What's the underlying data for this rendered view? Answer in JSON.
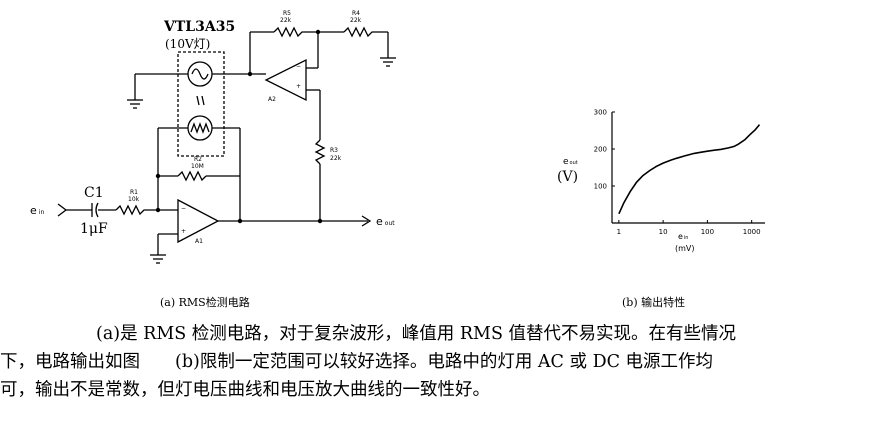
{
  "circuit": {
    "lamp_part": "VTL3A35",
    "lamp_rating": "(10V灯)",
    "c1_name": "C1",
    "c1_value": "1μF",
    "r1_name": "R1",
    "r1_value": "10k",
    "r2_name": "R2",
    "r2_value": "10M",
    "r3_name": "R3",
    "r3_value": "22k",
    "r4_name": "R4",
    "r4_value": "22k",
    "r5_name": "R5",
    "r5_value": "22k",
    "a1_name": "A1",
    "a2_name": "A2",
    "ein_label": "e",
    "ein_sub": "in",
    "eout_label": "e",
    "eout_sub": "out",
    "caption": "(a)  RMS检测电路"
  },
  "chart_data": {
    "type": "line",
    "title": "",
    "ylabel": "e",
    "ylabel_sub": "out",
    "ylabel_unit": "(V)",
    "xlabel": "e",
    "xlabel_sub": "in",
    "xlabel_unit": "(mV)",
    "x_scale": "log",
    "xlim": [
      0.7,
      2000
    ],
    "ylim": [
      0,
      300
    ],
    "x_ticks": [
      1,
      10,
      100,
      1000
    ],
    "x_tick_labels": [
      "1",
      "10",
      "100",
      "1000"
    ],
    "y_ticks": [
      100,
      200,
      300
    ],
    "y_tick_labels": [
      "100",
      "200",
      "300"
    ],
    "grid": false,
    "series": [
      {
        "x": [
          1.0,
          1.3,
          1.8,
          2.5,
          3.5,
          5,
          7,
          10,
          15,
          20,
          30,
          50,
          70,
          100,
          150,
          200,
          300,
          400,
          500,
          700,
          900,
          1200,
          1500
        ],
        "y": [
          25,
          55,
          85,
          110,
          128,
          142,
          153,
          162,
          170,
          175,
          181,
          188,
          191,
          194,
          197,
          199,
          203,
          207,
          213,
          225,
          238,
          252,
          266
        ]
      }
    ],
    "caption": "(b)  输出特性"
  },
  "text": {
    "line1": "(a)是 RMS 检测电路，对于复杂波形，峰值用 RMS 值替代不易实现。在有些情况",
    "line2": "下，电路输出如图　　(b)限制一定范围可以较好选择。电路中的灯用 AC 或 DC 电源工作均",
    "line3": "可，输出不是常数，但灯电压曲线和电压放大曲线的一致性好。"
  }
}
